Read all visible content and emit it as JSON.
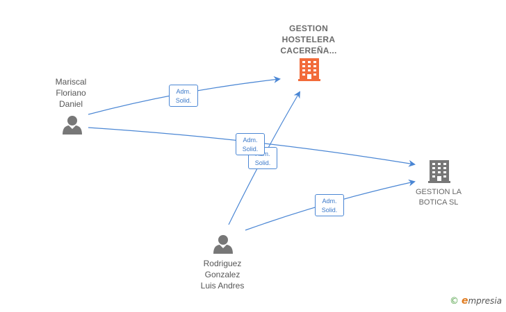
{
  "nodes": {
    "company_main": {
      "name": "GESTION\nHOSTELERA\nCACEREÑA...",
      "color": "#f26b3a"
    },
    "company_botica": {
      "name": "GESTION LA\nBOTICA  SL",
      "color": "#777777"
    },
    "person_mariscal": {
      "name": "Mariscal\nFloriano\nDaniel",
      "color": "#777777"
    },
    "person_rodriguez": {
      "name": "Rodriguez\nGonzalez\nLuis Andres",
      "color": "#777777"
    }
  },
  "relations": [
    {
      "from": "person_mariscal",
      "to": "company_main",
      "label": "Adm.\nSolid."
    },
    {
      "from": "person_mariscal",
      "to": "company_botica",
      "label": "Adm.\nSolid."
    },
    {
      "from": "person_rodriguez",
      "to": "company_main",
      "label": "Adm.\nSolid."
    },
    {
      "from": "person_rodriguez",
      "to": "company_botica",
      "label": "Adm.\nSolid."
    }
  ],
  "edge_color": "#4a86d4",
  "brand": {
    "copyright": "©",
    "initial": "e",
    "rest": "mpresia"
  }
}
